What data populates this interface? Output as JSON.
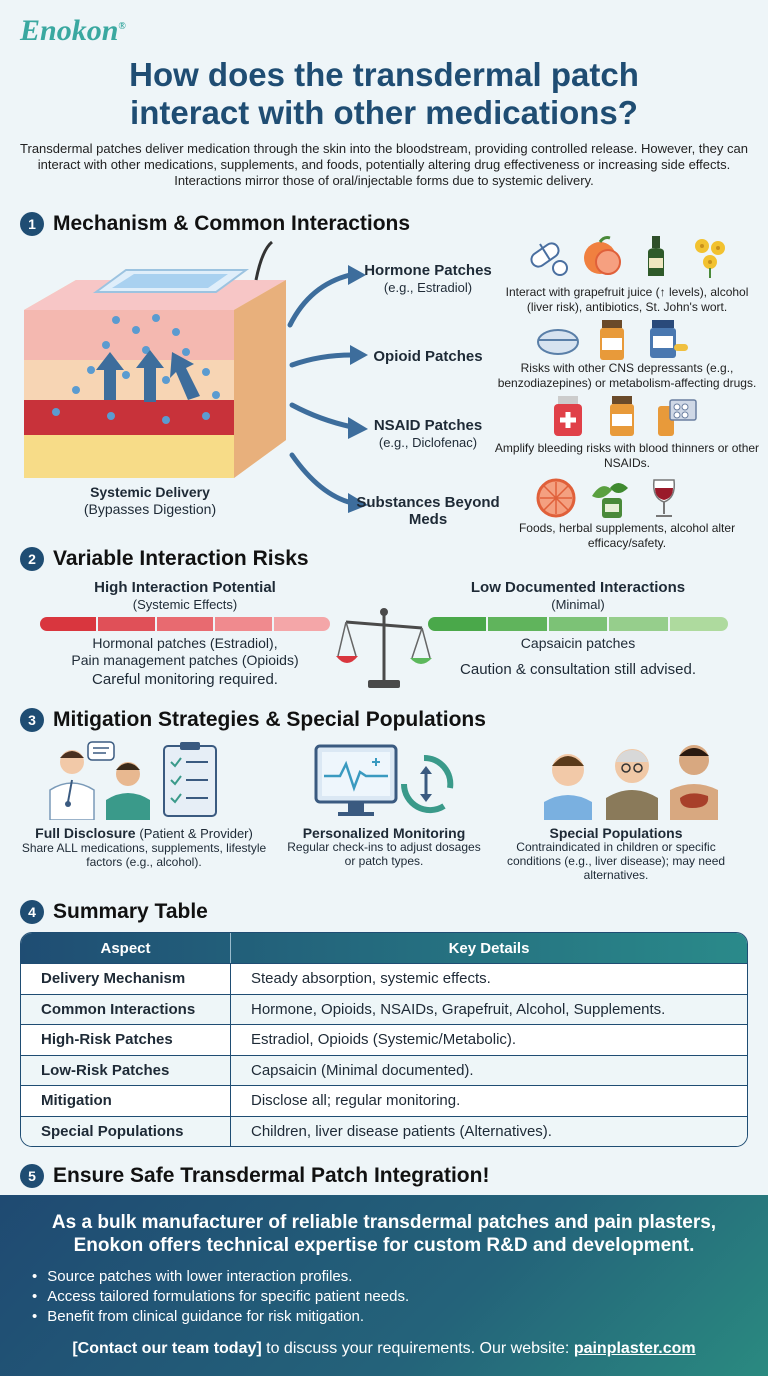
{
  "brand": {
    "name": "Enokon",
    "mark": "®"
  },
  "title": {
    "line1": "How does the transdermal patch",
    "line2": "interact with other medications?"
  },
  "intro": "Transdermal patches deliver medication through the skin into the bloodstream, providing controlled release. However, they can interact with other medications, supplements, and foods, potentially altering drug effectiveness or increasing side effects. Interactions mirror those of oral/injectable forms due to systemic delivery.",
  "sec1": {
    "num": "1",
    "title": "Mechanism & Common Interactions",
    "skin_caption": {
      "title": "Systemic Delivery",
      "sub": "(Bypasses Digestion)"
    },
    "items": [
      {
        "label": "Hormone Patches",
        "sub": "(e.g., Estradiol)",
        "text": "Interact with grapefruit juice (↑ levels), alcohol (liver risk), antibiotics, St. John's wort.",
        "icons": [
          "pills-icon",
          "grapefruit-icon",
          "wine-bottle-icon",
          "st-johns-wort-icon"
        ]
      },
      {
        "label": "Opioid Patches",
        "sub": "",
        "text": "Risks with other CNS depressants (e.g., benzodiazepines) or metabolism-affecting drugs.",
        "icons": [
          "tablet-icon",
          "pill-bottle-icon",
          "capsule-bottle-icon"
        ]
      },
      {
        "label": "NSAID Patches",
        "sub": "(e.g., Diclofenac)",
        "text": "Amplify bleeding risks with blood thinners or other NSAIDs.",
        "icons": [
          "medicine-bottle-icon",
          "pill-bottle-icon",
          "blister-pack-icon"
        ]
      },
      {
        "label": "Substances Beyond Meds",
        "sub": "",
        "text": "Foods, herbal supplements, alcohol alter efficacy/safety.",
        "icons": [
          "grapefruit-icon",
          "herbal-supplement-icon",
          "wine-glass-icon"
        ]
      }
    ]
  },
  "sec2": {
    "num": "2",
    "title": "Variable Interaction Risks",
    "high": {
      "title": "High Interaction Potential",
      "sub": "(Systemic Effects)",
      "text1": "Hormonal patches (Estradiol),",
      "text2": "Pain management patches (Opioids)",
      "note": "Careful monitoring required."
    },
    "low": {
      "title": "Low Documented Interactions",
      "sub": "(Minimal)",
      "text1": "Capsaicin patches",
      "note": "Caution & consultation still advised."
    }
  },
  "sec3": {
    "num": "3",
    "title": "Mitigation Strategies & Special Populations",
    "items": [
      {
        "title": "Full Disclosure",
        "title_note": "(Patient & Provider)",
        "text": "Share ALL medications, supplements, lifestyle factors (e.g., alcohol)."
      },
      {
        "title": "Personalized Monitoring",
        "title_note": "",
        "text": "Regular check-ins to adjust dosages or patch types."
      },
      {
        "title": "Special Populations",
        "title_note": "",
        "text": "Contraindicated in children or specific conditions (e.g., liver disease); may need alternatives."
      }
    ]
  },
  "sec4": {
    "num": "4",
    "title": "Summary Table",
    "headers": [
      "Aspect",
      "Key Details"
    ],
    "rows": [
      [
        "Delivery Mechanism",
        "Steady absorption, systemic effects."
      ],
      [
        "Common Interactions",
        "Hormone, Opioids, NSAIDs, Grapefruit, Alcohol, Supplements."
      ],
      [
        "High-Risk Patches",
        "Estradiol, Opioids (Systemic/Metabolic)."
      ],
      [
        "Low-Risk Patches",
        "Capsaicin (Minimal documented)."
      ],
      [
        "Mitigation",
        "Disclose all; regular monitoring."
      ],
      [
        "Special Populations",
        "Children, liver disease patients (Alternatives)."
      ]
    ]
  },
  "sec5": {
    "num": "5",
    "title": "Ensure Safe Transdermal Patch Integration!",
    "headline1": "As a bulk manufacturer of reliable transdermal patches and pain plasters,",
    "headline2": "Enokon offers technical expertise for custom R&D and development.",
    "bullets": [
      "Source patches with lower interaction profiles.",
      "Access tailored formulations for specific patient needs.",
      "Benefit from clinical guidance for risk mitigation."
    ],
    "cta_link": "[Contact our team today]",
    "cta_text": " to discuss your requirements. Our website: ",
    "website": "painplaster.com"
  },
  "colors": {
    "navy": "#1f4d73",
    "teal": "#3aa8a0",
    "high_risk": "#d9363e",
    "low_risk": "#5cb85c"
  }
}
